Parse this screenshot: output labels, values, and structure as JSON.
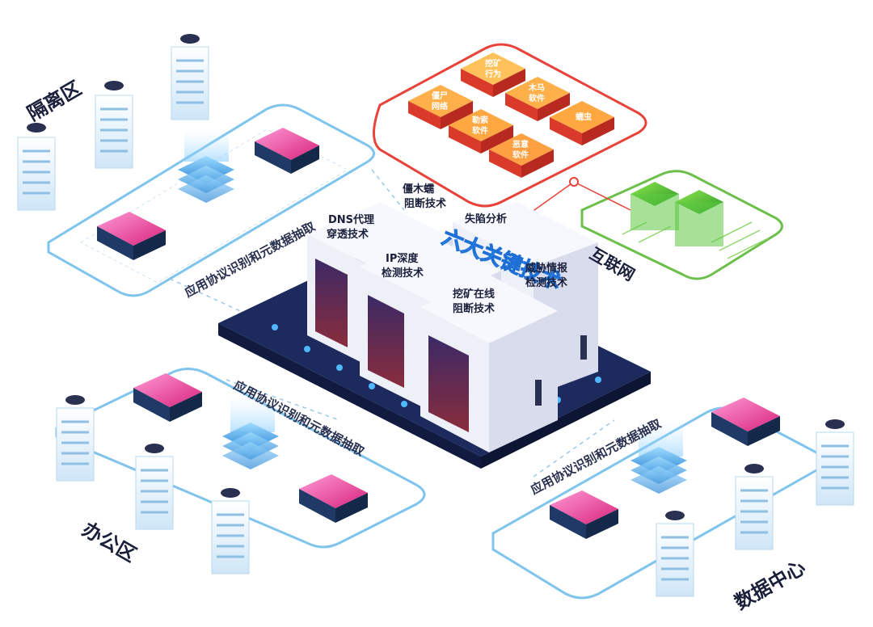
{
  "zones": {
    "isolation": "隔离区",
    "office": "办公区",
    "datacenter": "数据中心",
    "internet": "互联网"
  },
  "protocol_label": "应用协议识别和元数据抽取",
  "core": {
    "title": "六大关键技术",
    "techniques": [
      {
        "line1": "僵木蠕",
        "line2": "阻断技术"
      },
      {
        "line1": "DNS代理",
        "line2": "穿透技术"
      },
      {
        "line1": "失陷分析",
        "line2": ""
      },
      {
        "line1": "IP深度",
        "line2": "检测技术"
      },
      {
        "line1": "威胁情报",
        "line2": "检测技术"
      },
      {
        "line1": "挖矿在线",
        "line2": "阻断技术"
      }
    ]
  },
  "threats": [
    {
      "line1": "挖矿",
      "line2": "行为"
    },
    {
      "line1": "僵尸",
      "line2": "网络"
    },
    {
      "line1": "木马",
      "line2": "软件"
    },
    {
      "line1": "勒索",
      "line2": "软件"
    },
    {
      "line1": "蠕虫",
      "line2": ""
    },
    {
      "line1": "恶意",
      "line2": "软件"
    }
  ],
  "colors": {
    "zone_border": "#7fc4ec",
    "threat_border": "#e8423a",
    "internet_border": "#6cc04a",
    "platform": "#1c2a5e",
    "server_face": "#eef0f8"
  }
}
